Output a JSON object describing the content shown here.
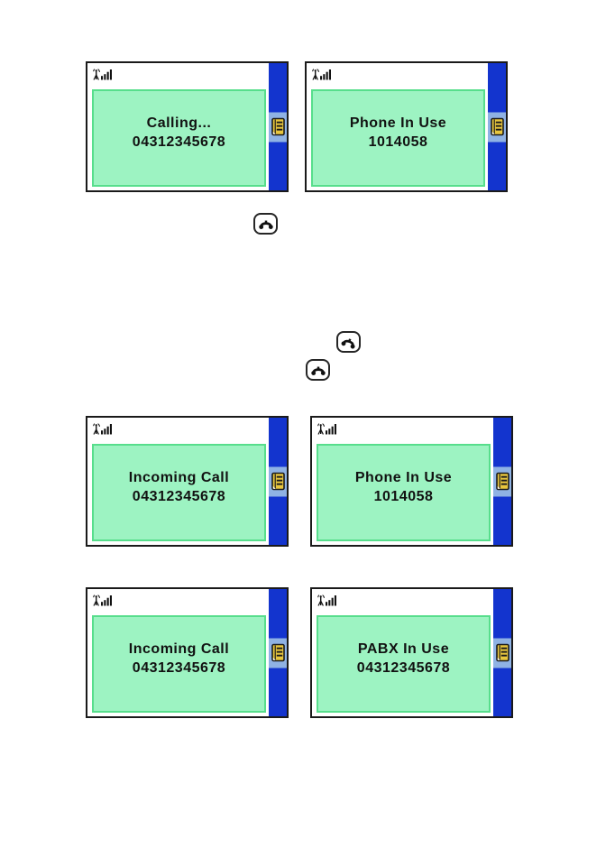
{
  "page": {
    "type": "phone-manual-display-figures"
  },
  "colors": {
    "screen-border": "#1a1a1a",
    "lcd-green": "#9DF3C2",
    "lcd-green-border": "#57DE8C",
    "softkey-blue": "#1334CE",
    "softkey-highlight": "#8FB2E4",
    "directory-yellow": "#E8C63E",
    "text": "#111111"
  },
  "screens": [
    {
      "name": "calling",
      "line1": "Calling...",
      "line2": "04312345678"
    },
    {
      "name": "phone-in-use",
      "line1": "Phone In Use",
      "line2": "1014058"
    },
    {
      "name": "incoming-call",
      "line1": "Incoming Call",
      "line2": "04312345678"
    },
    {
      "name": "phone-in-use",
      "line1": "Phone In Use",
      "line2": "1014058"
    },
    {
      "name": "incoming-call",
      "line1": "Incoming Call",
      "line2": "04312345678"
    },
    {
      "name": "pabx-in-use",
      "line1": "PABX In Use",
      "line2": "04312345678"
    }
  ],
  "icons": {
    "signal": "signal-strength-icon",
    "directory": "directory-icon",
    "call_button": "call-button-icon"
  }
}
